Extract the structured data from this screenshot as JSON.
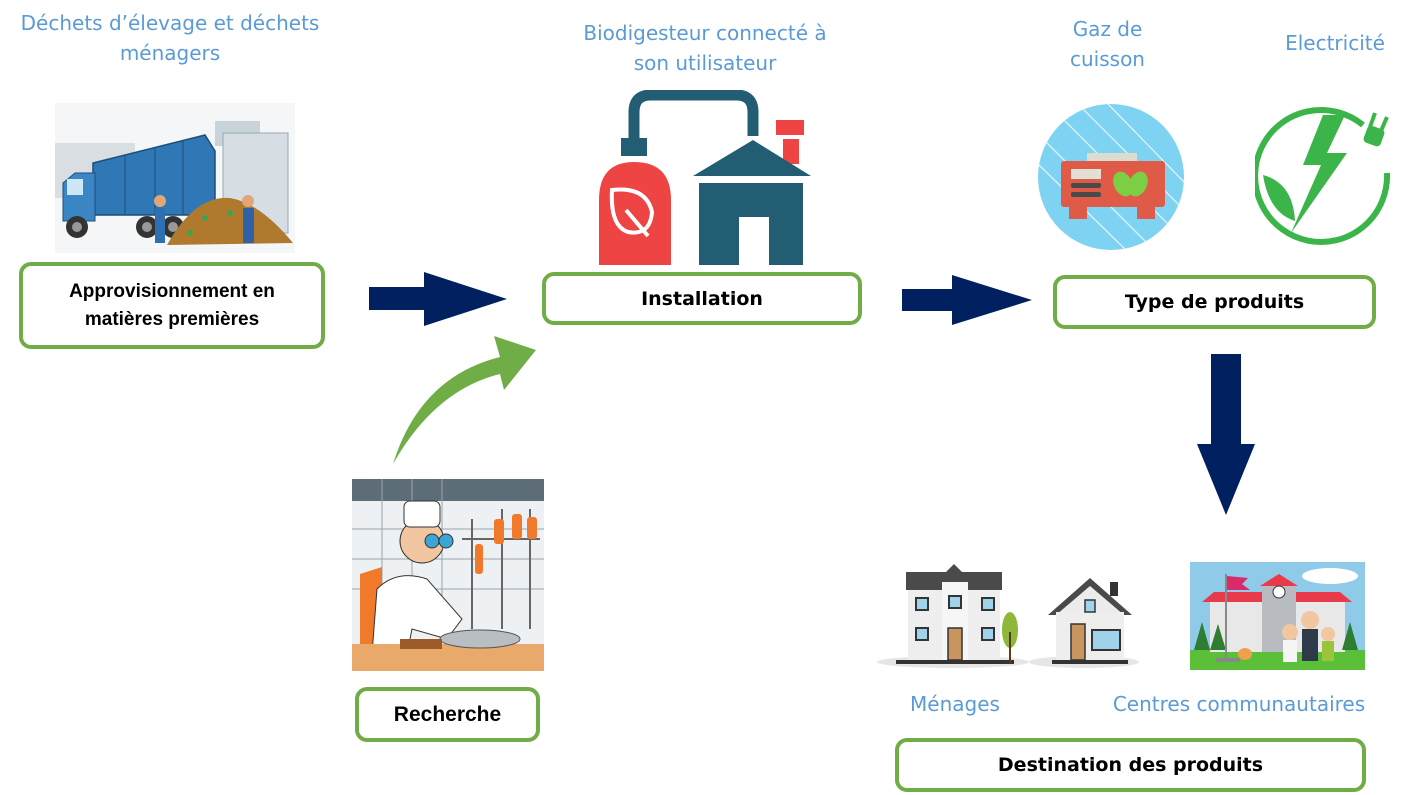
{
  "colors": {
    "caption": "#5b9bd5",
    "node_border": "#70ad47",
    "arrow_navy": "#002060",
    "arrow_green": "#70ad47",
    "digester_red": "#ef4444",
    "digester_teal": "#235d73"
  },
  "supply": {
    "caption": "Déchets d’élevage et déchets ménagers",
    "icon": "garbage-truck-illustration",
    "node_label": "Approvisionnement en matières premières"
  },
  "installation": {
    "caption": "Biodigesteur connecté à son utilisateur",
    "icon": "biodigester-house-icon",
    "node_label": "Installation"
  },
  "research": {
    "icon": "scientist-lab-illustration",
    "node_label": "Recherche"
  },
  "products": {
    "items": [
      {
        "caption": "Gaz de cuisson",
        "icon": "gas-stove-icon"
      },
      {
        "caption": "Electricité",
        "icon": "green-electricity-icon"
      }
    ],
    "node_label": "Type de produits"
  },
  "destinations": {
    "items": [
      {
        "caption": "Ménages",
        "icon": "houses-illustration"
      },
      {
        "caption": "Centres communautaires",
        "icon": "community-center-illustration"
      }
    ],
    "node_label": "Destination des produits"
  },
  "flows": [
    {
      "from": "Approvisionnement en matières premières",
      "to": "Installation",
      "style": "navy-arrow-right"
    },
    {
      "from": "Recherche",
      "to": "Installation",
      "style": "green-curved-arrow"
    },
    {
      "from": "Installation",
      "to": "Type de produits",
      "style": "navy-arrow-right"
    },
    {
      "from": "Type de produits",
      "to": "Destination des produits",
      "style": "navy-arrow-down"
    }
  ]
}
